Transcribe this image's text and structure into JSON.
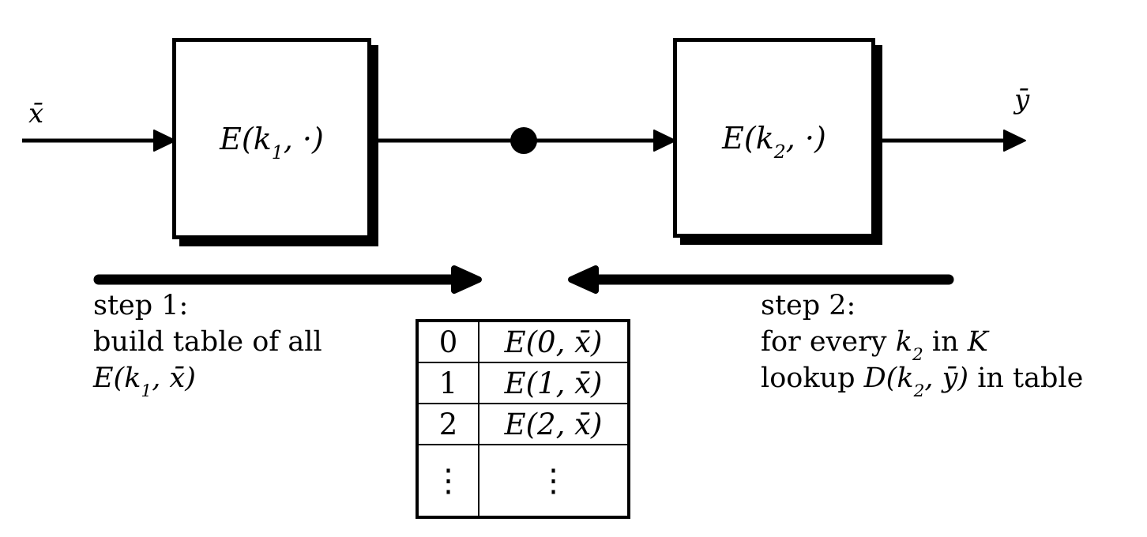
{
  "diagram": {
    "input_label": "x̄",
    "output_label": "ȳ",
    "left_box_label_parts": [
      "E(k",
      "1",
      ", ·)"
    ],
    "right_box_label_parts": [
      "E(k",
      "2",
      ", ·)"
    ]
  },
  "step1": {
    "line1": "step 1:",
    "line2": "build table of all",
    "line3_parts": [
      "E(k",
      "1",
      ", x̄)"
    ]
  },
  "step2": {
    "line1": "step 2:",
    "line2_parts": [
      "for every ",
      "k",
      "2",
      " in ",
      "K"
    ],
    "line3_parts": [
      "lookup ",
      "D(k",
      "2",
      ", ȳ)",
      " in table"
    ]
  },
  "table": {
    "rows": [
      {
        "key": "0",
        "value": "E(0, x̄)"
      },
      {
        "key": "1",
        "value": "E(1, x̄)"
      },
      {
        "key": "2",
        "value": "E(2, x̄)"
      },
      {
        "key": "⋮",
        "value": "⋮"
      }
    ]
  },
  "colors": {
    "ink": "#000000",
    "background": "#ffffff"
  }
}
